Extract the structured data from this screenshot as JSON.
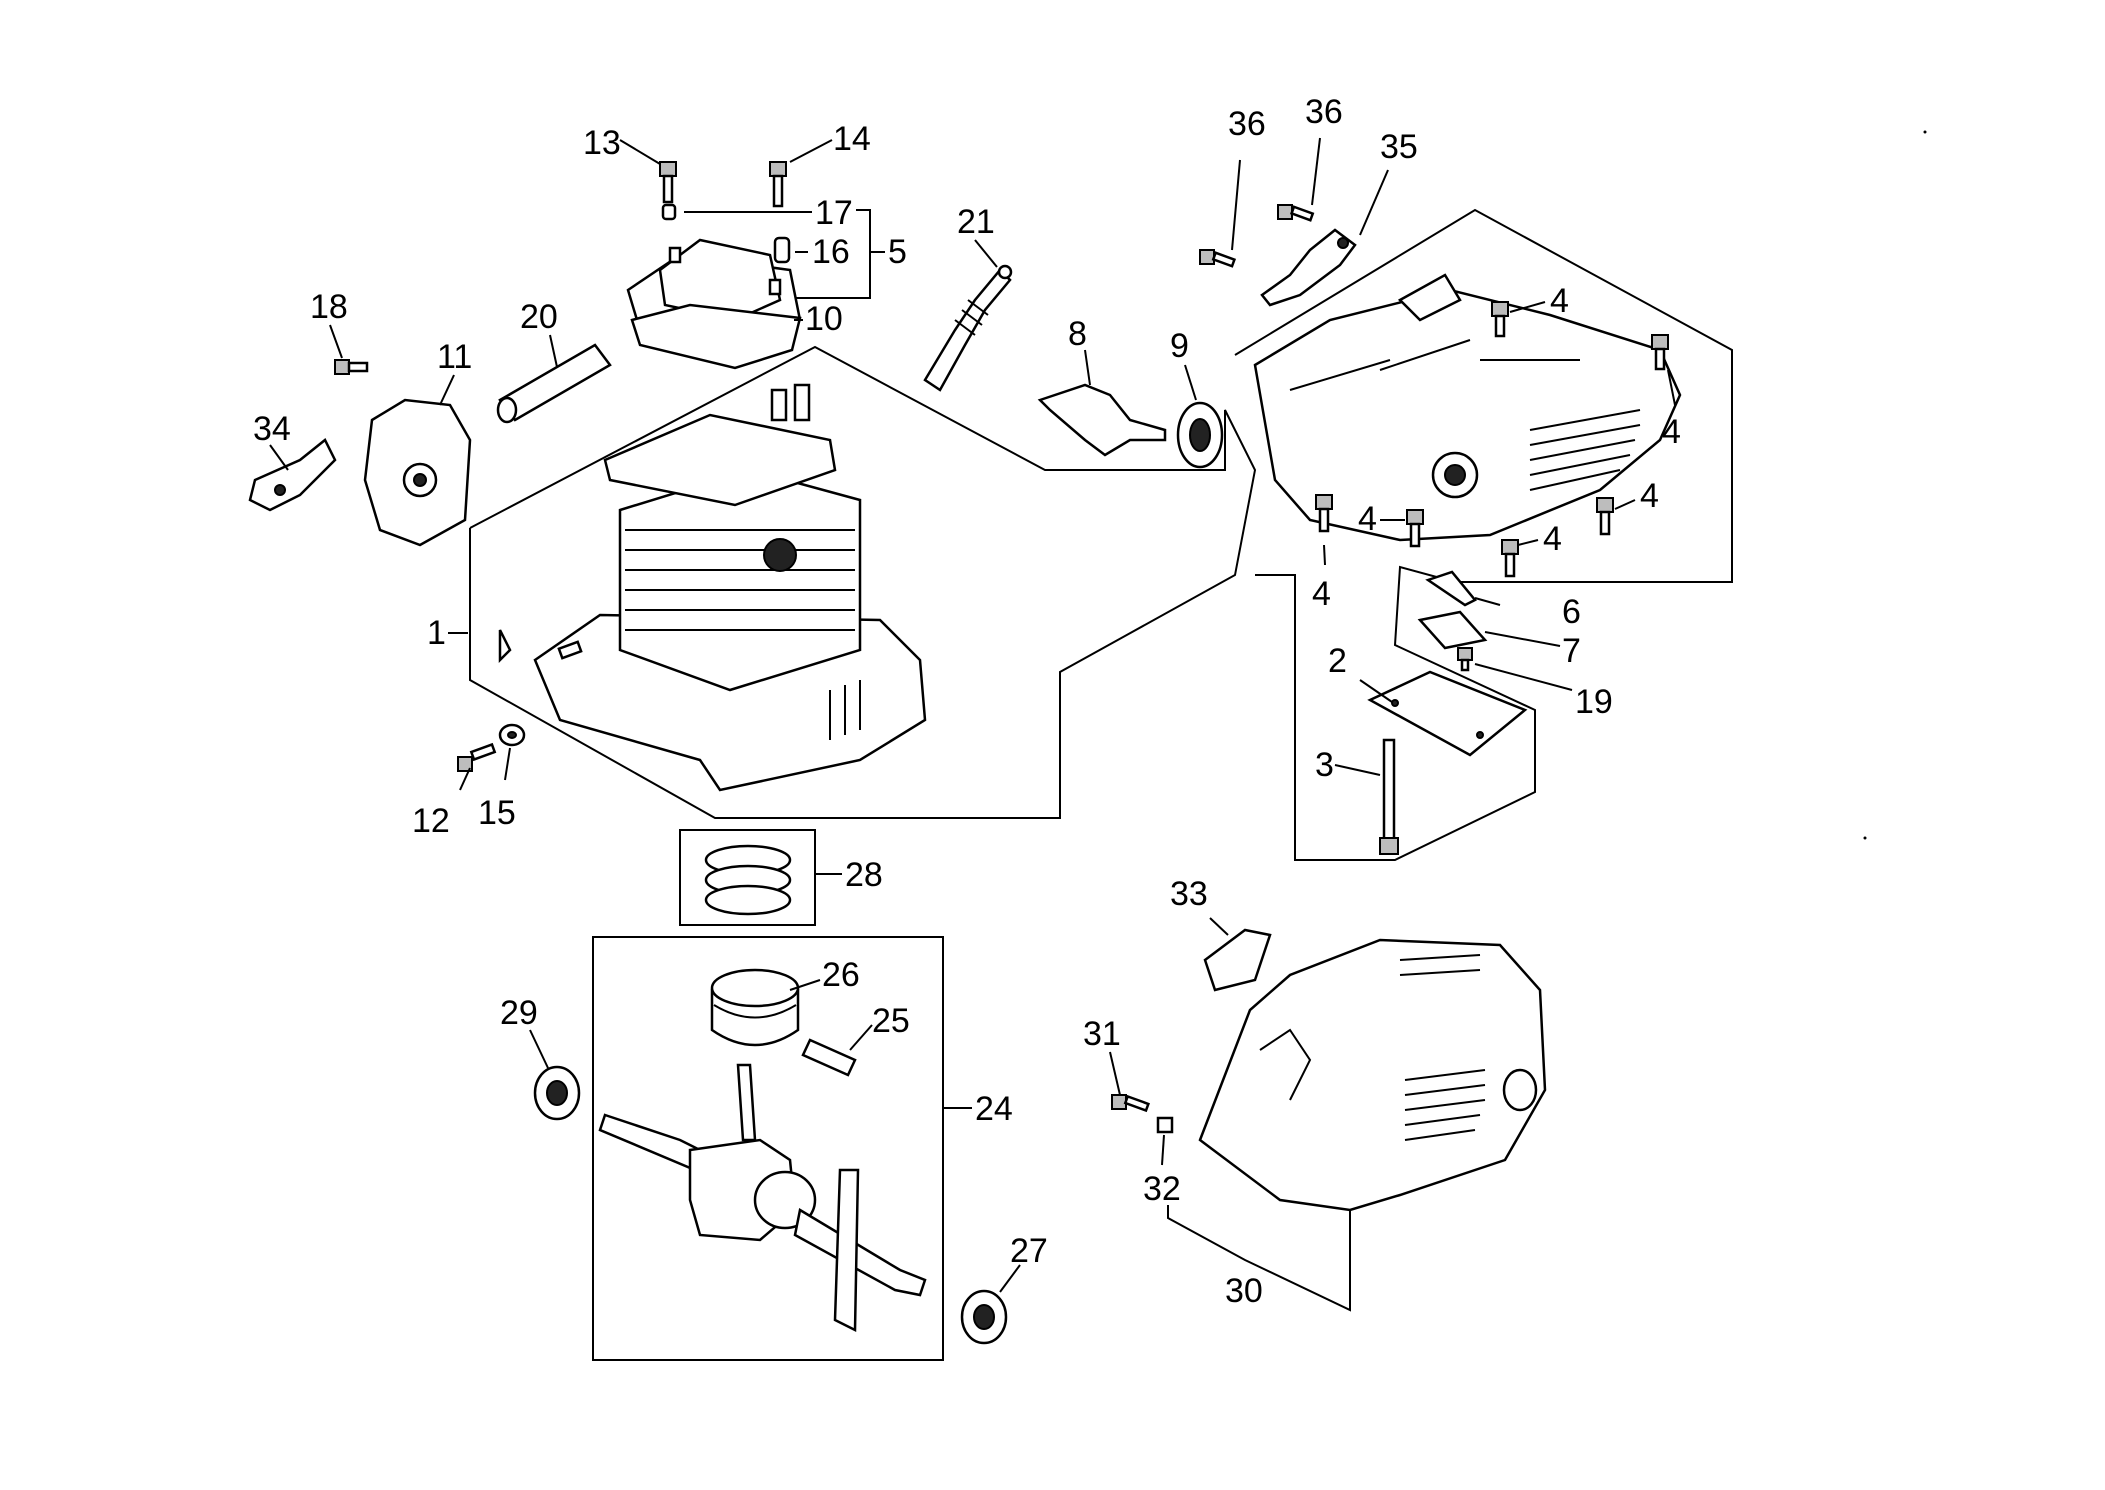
{
  "diagram": {
    "callouts": [
      {
        "id": "c1",
        "text": "1"
      },
      {
        "id": "c2",
        "text": "2"
      },
      {
        "id": "c3",
        "text": "3"
      },
      {
        "id": "c4a",
        "text": "4"
      },
      {
        "id": "c4b",
        "text": "4"
      },
      {
        "id": "c4c",
        "text": "4"
      },
      {
        "id": "c4d",
        "text": "4"
      },
      {
        "id": "c4e",
        "text": "4"
      },
      {
        "id": "c4f",
        "text": "4"
      },
      {
        "id": "c5",
        "text": "5"
      },
      {
        "id": "c6",
        "text": "6"
      },
      {
        "id": "c7",
        "text": "7"
      },
      {
        "id": "c8",
        "text": "8"
      },
      {
        "id": "c9",
        "text": "9"
      },
      {
        "id": "c10",
        "text": "10"
      },
      {
        "id": "c11",
        "text": "11"
      },
      {
        "id": "c12",
        "text": "12"
      },
      {
        "id": "c13",
        "text": "13"
      },
      {
        "id": "c14",
        "text": "14"
      },
      {
        "id": "c15",
        "text": "15"
      },
      {
        "id": "c16",
        "text": "16"
      },
      {
        "id": "c17",
        "text": "17"
      },
      {
        "id": "c18",
        "text": "18"
      },
      {
        "id": "c19",
        "text": "19"
      },
      {
        "id": "c20",
        "text": "20"
      },
      {
        "id": "c21",
        "text": "21"
      },
      {
        "id": "c24",
        "text": "24"
      },
      {
        "id": "c25",
        "text": "25"
      },
      {
        "id": "c26",
        "text": "26"
      },
      {
        "id": "c27",
        "text": "27"
      },
      {
        "id": "c28",
        "text": "28"
      },
      {
        "id": "c29",
        "text": "29"
      },
      {
        "id": "c30",
        "text": "30"
      },
      {
        "id": "c31",
        "text": "31"
      },
      {
        "id": "c32",
        "text": "32"
      },
      {
        "id": "c33",
        "text": "33"
      },
      {
        "id": "c34",
        "text": "34"
      },
      {
        "id": "c35",
        "text": "35"
      },
      {
        "id": "c36a",
        "text": "36"
      },
      {
        "id": "c36b",
        "text": "36"
      }
    ]
  }
}
